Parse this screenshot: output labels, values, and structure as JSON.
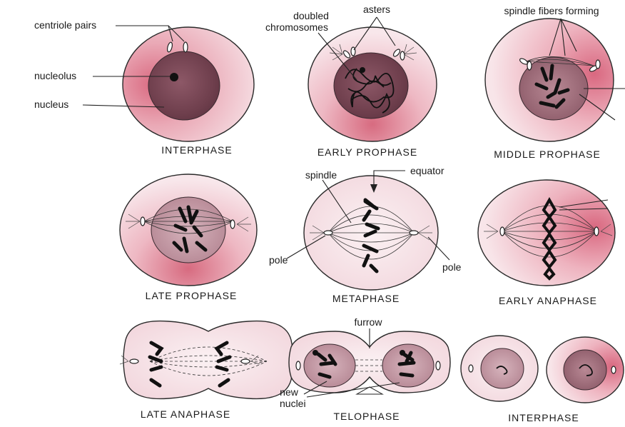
{
  "stages": [
    {
      "id": "interphase-1",
      "label": "INTERPHASE"
    },
    {
      "id": "early-prophase",
      "label": "EARLY PROPHASE"
    },
    {
      "id": "middle-prophase",
      "label": "MIDDLE PROPHASE"
    },
    {
      "id": "late-prophase",
      "label": "LATE PROPHASE"
    },
    {
      "id": "metaphase",
      "label": "METAPHASE"
    },
    {
      "id": "early-anaphase",
      "label": "EARLY ANAPHASE"
    },
    {
      "id": "late-anaphase",
      "label": "LATE ANAPHASE"
    },
    {
      "id": "telophase",
      "label": "TELOPHASE"
    },
    {
      "id": "interphase-2",
      "label": "INTERPHASE"
    }
  ],
  "callouts": {
    "centriole_pairs": "centriole pairs",
    "nucleolus": "nucleolus",
    "nucleus": "nucleus",
    "doubled_chromosomes_line1": "doubled",
    "doubled_chromosomes_line2": "chromosomes",
    "asters": "asters",
    "spindle_fibers_forming": "spindle fibers forming",
    "spindle": "spindle",
    "equator": "equator",
    "pole_left": "pole",
    "pole_right": "pole",
    "furrow": "furrow",
    "new_nuclei_line1": "new",
    "new_nuclei_line2": "nuclei"
  },
  "colors": {
    "cytoplasm_light": "#f7e6ea",
    "cytoplasm_pink": "#e9a3b1",
    "cytoplasm_deep": "#d96a80",
    "nucleus_dark": "#7a4a58",
    "nucleus_mid": "#a77482",
    "ink": "#1a1a1a"
  }
}
